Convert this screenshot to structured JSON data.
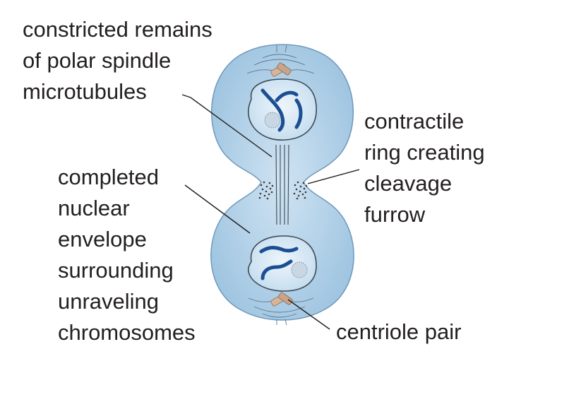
{
  "labels": {
    "polar_spindle": [
      "constricted remains",
      "of polar spindle",
      "microtubules"
    ],
    "contractile_ring": [
      "contractile",
      "ring creating",
      "cleavage",
      "furrow"
    ],
    "nuclear_envelope": [
      "completed",
      "nuclear",
      "envelope",
      "surrounding",
      "unraveling",
      "chromosomes"
    ],
    "centriole": [
      "centriole pair"
    ]
  },
  "colors": {
    "cell_fill": "#a9cde6",
    "cell_edge": "#6f98bb",
    "nucleus_fill": "#d9e9f5",
    "chromosome": "#1b4f93",
    "contractile_ring": "#3a3a3a",
    "centriole": "#c8a48a",
    "leader_line": "#231f20"
  }
}
